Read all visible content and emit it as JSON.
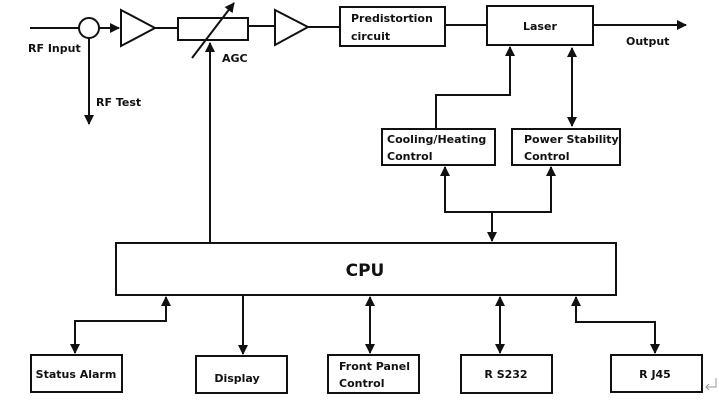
{
  "labels": {
    "rf_input": "RF Input",
    "rf_test": "RF Test",
    "agc": "AGC",
    "predistortion_line1": "Predistortion",
    "predistortion_line2": "circuit",
    "laser": "Laser",
    "output": "Output",
    "cooling_line1": "Cooling/Heating",
    "cooling_line2": "Control",
    "power_line1": "Power Stability",
    "power_line2": "Control",
    "cpu": "CPU",
    "status_alarm": "Status Alarm",
    "display": "Display",
    "front_panel_line1": "Front Panel",
    "front_panel_line2": "Control",
    "rs232": "R S232",
    "rj45": "R J45"
  },
  "colors": {
    "stroke": "#111111",
    "background": "#ffffff"
  }
}
